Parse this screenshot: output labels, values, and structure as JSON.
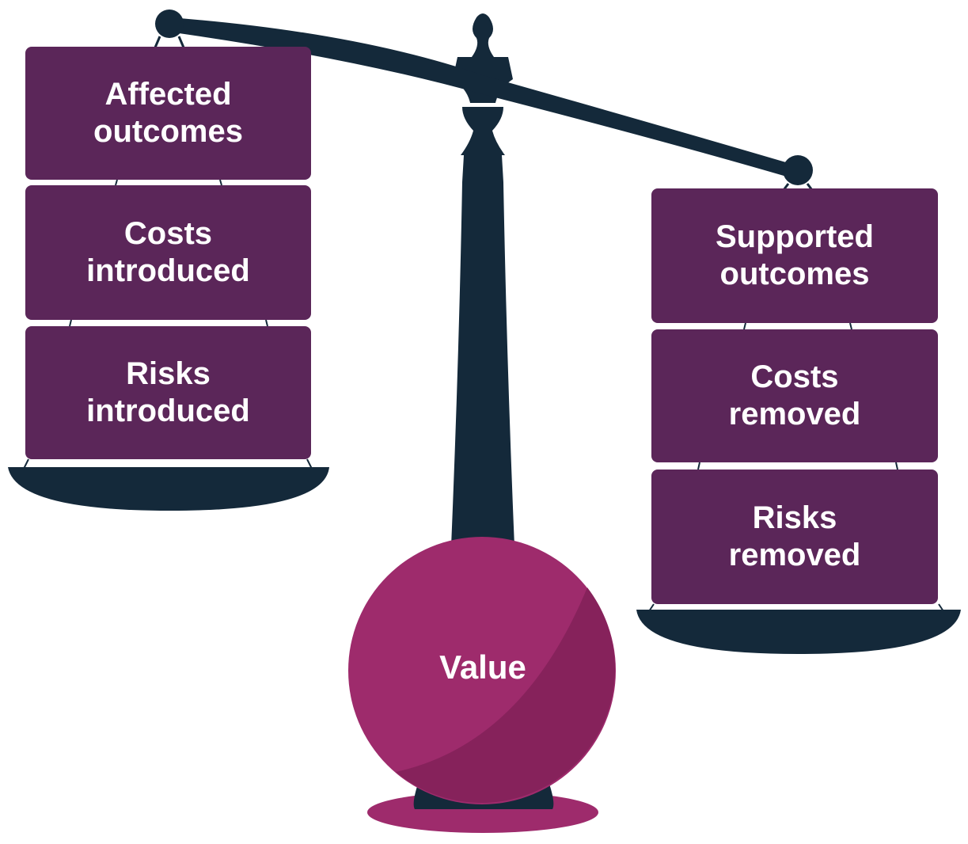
{
  "colors": {
    "dark_navy": "#14293a",
    "box_purple": "#5b2659",
    "ball_magenta": "#9e2b6c",
    "ball_shadow": "#86225b",
    "text": "#ffffff"
  },
  "left_pan": {
    "items": [
      {
        "line1": "Affected",
        "line2": "outcomes"
      },
      {
        "line1": "Costs",
        "line2": "introduced"
      },
      {
        "line1": "Risks",
        "line2": "introduced"
      }
    ]
  },
  "right_pan": {
    "items": [
      {
        "line1": "Supported",
        "line2": "outcomes"
      },
      {
        "line1": "Costs",
        "line2": "removed"
      },
      {
        "line1": "Risks",
        "line2": "removed"
      }
    ]
  },
  "weight": {
    "label": "Value",
    "icon": "ball-weight-icon"
  }
}
